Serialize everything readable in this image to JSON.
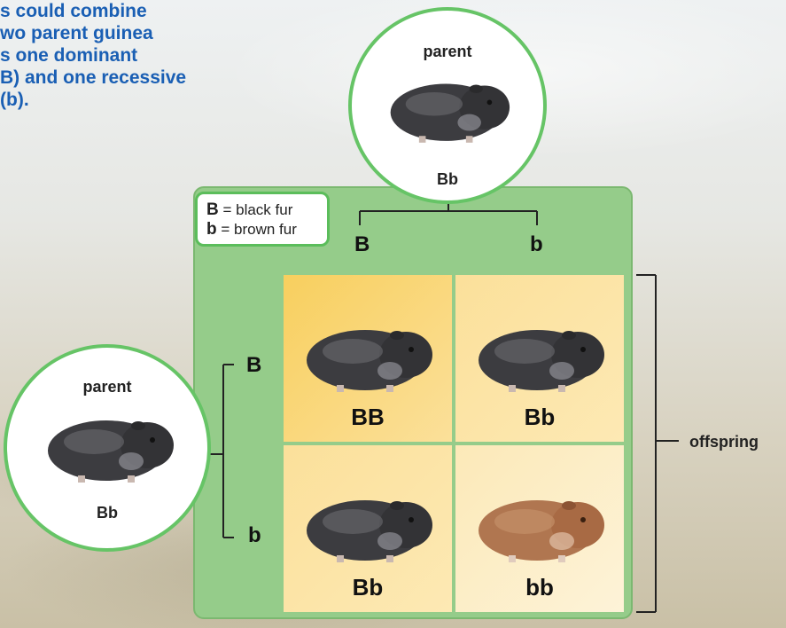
{
  "caption": {
    "lines": [
      "s could combine",
      "wo parent guinea",
      "s one dominant",
      "B) and one recessive",
      "(b)."
    ]
  },
  "key": {
    "dominant_symbol": "B",
    "dominant_text": "= black fur",
    "recessive_symbol": "b",
    "recessive_text": "= brown fur"
  },
  "top_parent": {
    "label": "parent",
    "genotype": "Bb"
  },
  "left_parent": {
    "label": "parent",
    "genotype": "Bb"
  },
  "top_alleles": [
    "B",
    "b"
  ],
  "left_alleles": [
    "B",
    "b"
  ],
  "cells": [
    {
      "genotype": "BB",
      "fur": "black",
      "fill": "#f9d77a"
    },
    {
      "genotype": "Bb",
      "fur": "black",
      "fill": "#fbe3a3"
    },
    {
      "genotype": "Bb",
      "fur": "black",
      "fill": "#fbe3a3"
    },
    {
      "genotype": "bb",
      "fur": "brown",
      "fill": "#fcefca"
    }
  ],
  "offspring_label": "offspring",
  "colors": {
    "caption": "#1a5fb4",
    "panel": "#95cc8a",
    "circle_border": "#66c466",
    "black_fur": "#3c3c40",
    "brown_fur": "#b07650"
  }
}
